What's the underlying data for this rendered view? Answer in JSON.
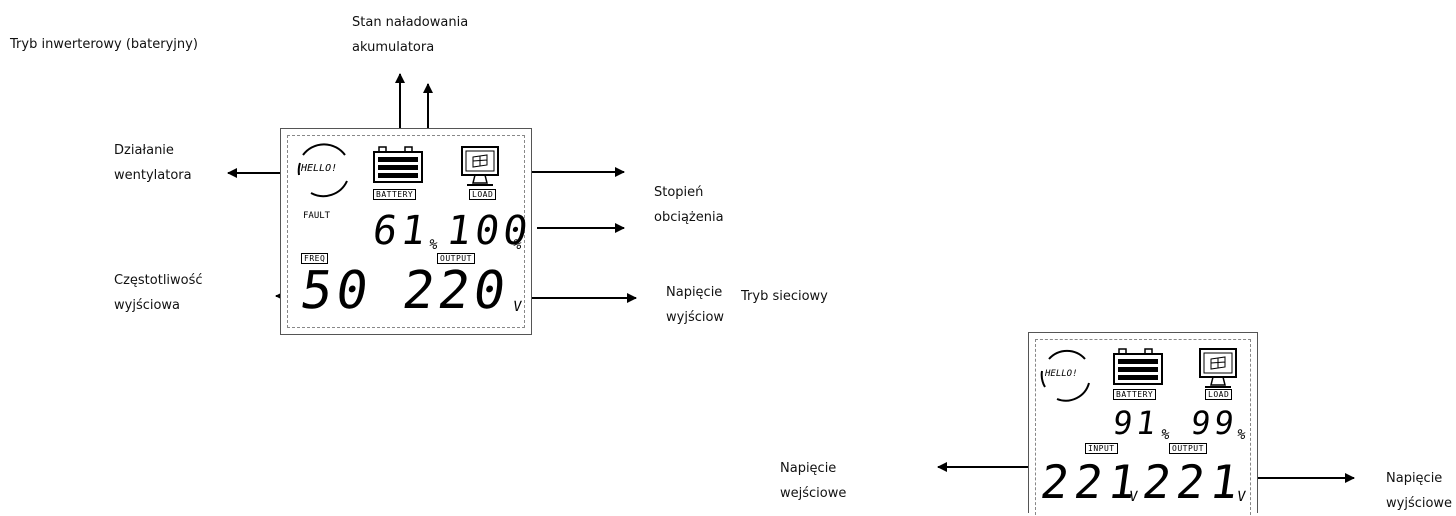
{
  "annotations": {
    "inverter_mode": "Tryb inwerterowy (bateryjny)",
    "battery_charge_line1": "Stan naładowania",
    "battery_charge_line2": "akumulatora",
    "fan_line1": "Działanie",
    "fan_line2": "wentylatora",
    "load_line1": "Stopień",
    "load_line2": "obciążenia",
    "out_freq_line1": "Częstotliwość",
    "out_freq_line2": "wyjściowa",
    "out_volt_line1": "Napięcie",
    "out_volt_line2": "wyjściow",
    "mains_mode": "Tryb sieciowy",
    "in_volt2_line1": "Napięcie",
    "in_volt2_line2": "wejściowe",
    "out_volt2_line1": "Napięcie",
    "out_volt2_line2": "wyjściowe"
  },
  "display1": {
    "hello": "HELLO!",
    "battery_tag": "BATTERY",
    "load_tag": "LOAD",
    "fault": "FAULT",
    "battery_pct": "61",
    "load_pct": "100",
    "pct_unit": "%",
    "freq_tag": "FREQ",
    "output_tag": "OUTPUT",
    "frequency": "50",
    "voltage": "220",
    "volt_unit": "V"
  },
  "display2": {
    "hello": "HELLO!",
    "battery_tag": "BATTERY",
    "load_tag": "LOAD",
    "battery_pct": "91",
    "load_pct": "99",
    "pct_unit": "%",
    "input_tag": "INPUT",
    "output_tag": "OUTPUT",
    "input_voltage": "221",
    "output_voltage": "221",
    "volt_unit": "V"
  }
}
